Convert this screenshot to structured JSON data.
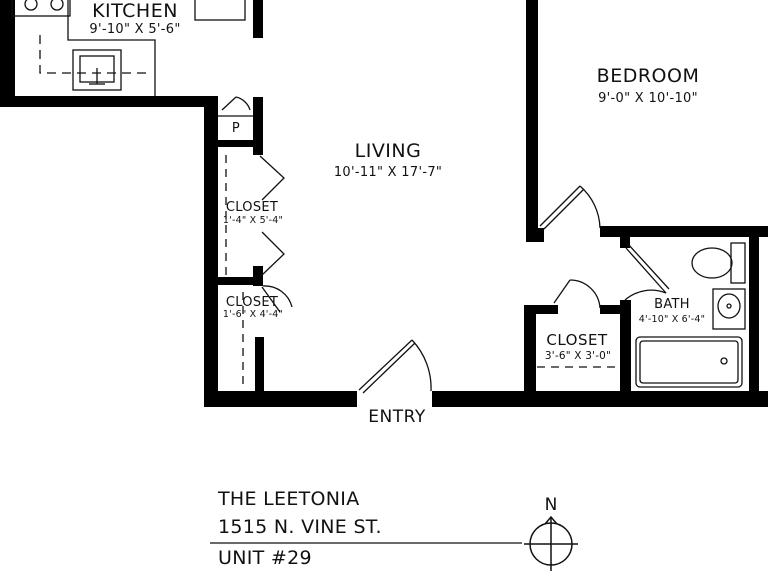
{
  "rooms": {
    "kitchen": {
      "name": "KITCHEN",
      "dims": "9'-10\" X 5'-6\""
    },
    "bedroom": {
      "name": "BEDROOM",
      "dims": "9'-0\" X 10'-10\""
    },
    "living": {
      "name": "LIVING",
      "dims": "10'-11\" X 17'-7\""
    },
    "closet1": {
      "name": "CLOSET",
      "dims": "1'-4\" X 5'-4\""
    },
    "closet2": {
      "name": "CLOSET",
      "dims": "1'-6\" X 4'-4\""
    },
    "closet3": {
      "name": "CLOSET",
      "dims": "3'-6\" X 3'-0\""
    },
    "bath": {
      "name": "BATH",
      "dims": "4'-10\" X 6'-4\""
    },
    "pantry": {
      "name": "P"
    },
    "entry": {
      "name": "ENTRY"
    }
  },
  "building": {
    "name": "THE LEETONIA",
    "address": "1515 N. VINE ST.",
    "unit": "UNIT #29"
  },
  "compass": {
    "label": "N"
  },
  "colors": {
    "wall": "#000000",
    "line": "#111111",
    "background": "#ffffff"
  }
}
